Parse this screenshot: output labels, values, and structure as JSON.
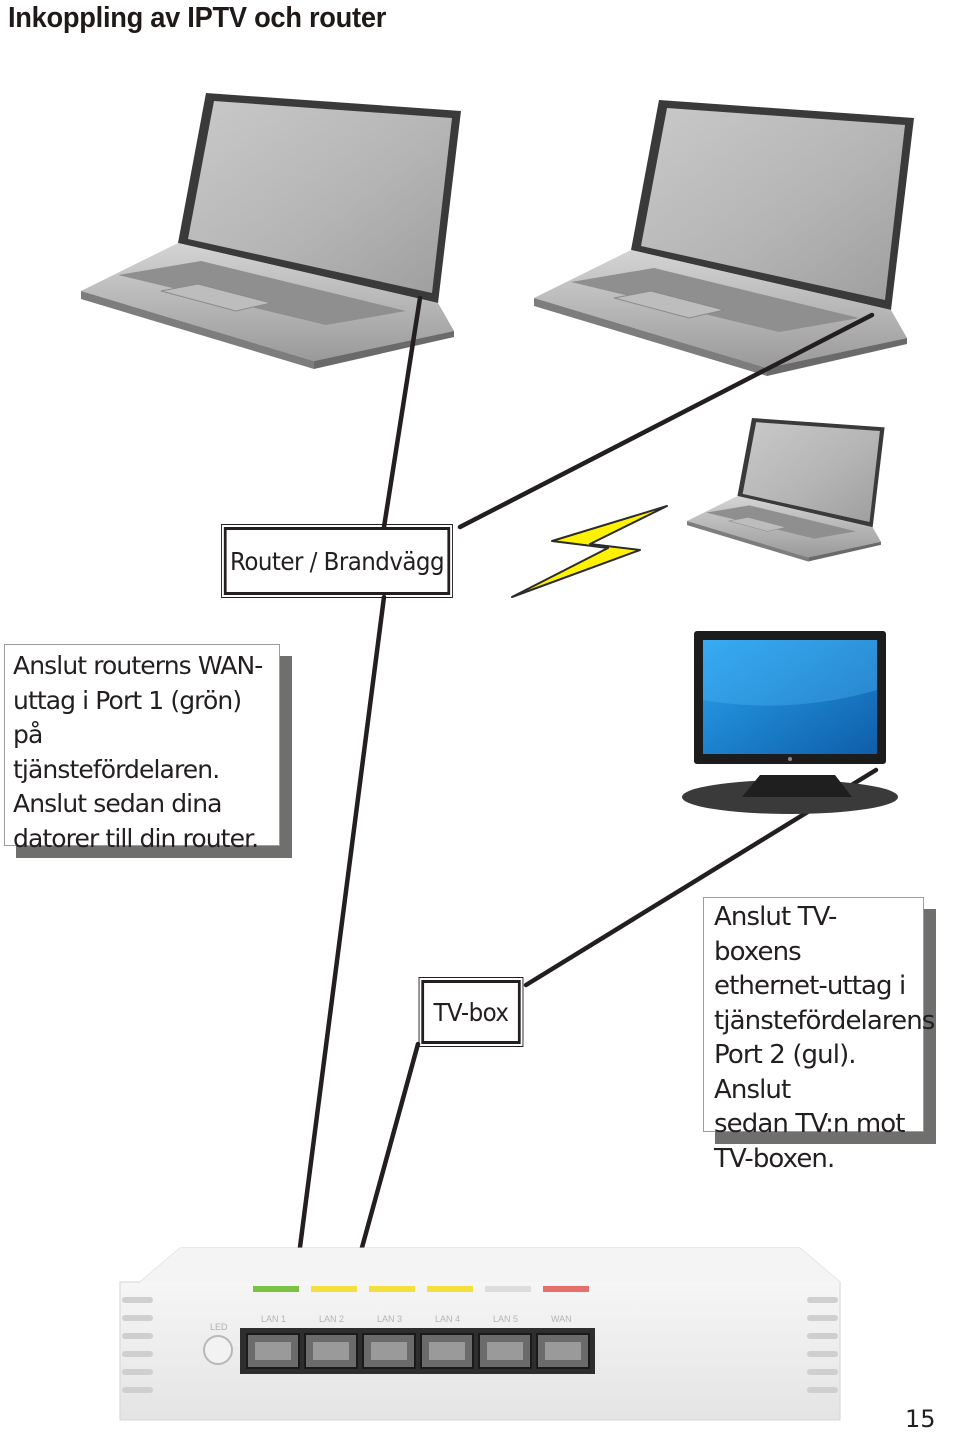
{
  "title": "Inkoppling av IPTV och router",
  "labels": {
    "router": "Router / Brandvägg",
    "tvbox": "TV-box"
  },
  "notes": {
    "left": "Anslut routerns WAN-\nuttag i Port 1 (grön) på\ntjänstefördelaren.\nAnslut sedan dina\ndatorer till din router.",
    "right": "Anslut TV-boxens\nethernet-uttag i\ntjänstefördelarens\nPort 2 (gul). Anslut\nsedan TV:n mot\nTV-boxen."
  },
  "device": {
    "led_label": "LED",
    "ports": [
      "LAN 1",
      "LAN 2",
      "LAN 3",
      "LAN 4",
      "LAN 5",
      "WAN"
    ],
    "port_colors": [
      "#7cc242",
      "#f4e03c",
      "#f4e03c",
      "#f4e03c",
      "#dcdcdc",
      "#e8706a"
    ]
  },
  "colors": {
    "cable": "#231f20",
    "lightning": "#fff200",
    "screen": "#1e88d8"
  },
  "page_number": "15"
}
